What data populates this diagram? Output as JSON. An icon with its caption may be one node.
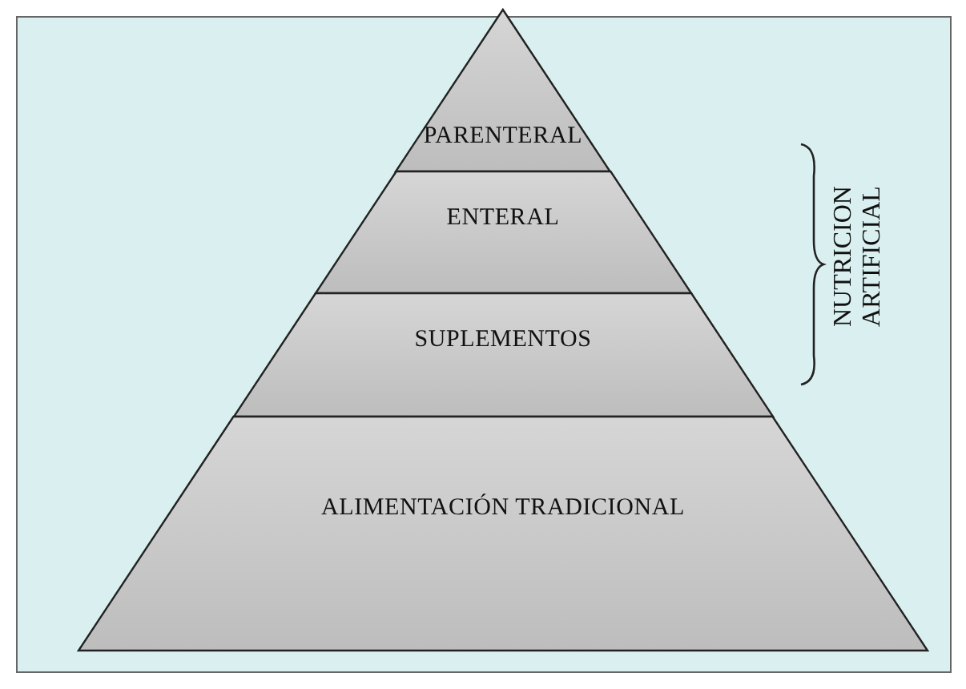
{
  "diagram": {
    "nodes": [
      {
        "text": [
          "PARENTERAL"
        ]
      },
      {
        "text": [
          "ENTERAL"
        ]
      },
      {
        "text": [
          "SUPLEMENTOS"
        ]
      },
      {
        "text": [
          "ALIMENTACIÓN TRADICIONAL"
        ]
      }
    ],
    "labels": [
      "NUTRICION ARTIFICIAL"
    ]
  }
}
